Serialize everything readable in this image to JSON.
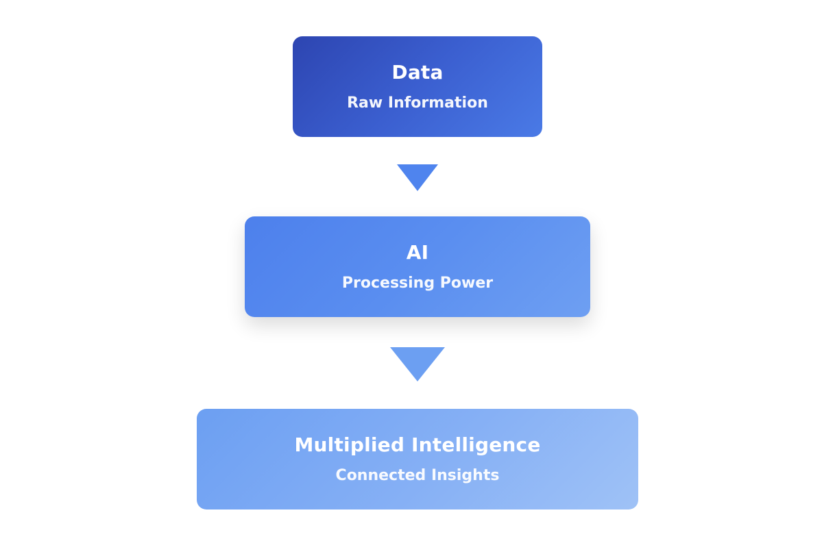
{
  "flow": {
    "steps": [
      {
        "title": "Data",
        "subtitle": "Raw Information"
      },
      {
        "title": "AI",
        "subtitle": "Processing Power"
      },
      {
        "title": "Multiplied Intelligence",
        "subtitle": "Connected Insights"
      }
    ],
    "arrows": [
      {
        "icon": "down-triangle-icon",
        "color": "#4f84ee"
      },
      {
        "icon": "down-triangle-icon",
        "color": "#6c9ff2"
      }
    ],
    "colors": {
      "step1_start": "#2d45b1",
      "step1_end": "#4a7ae6",
      "step2_start": "#4d80ec",
      "step2_end": "#6e9ff2",
      "step3_start": "#6c9ff2",
      "step3_end": "#9fc2f6",
      "text": "#ffffff",
      "background": "#ffffff"
    }
  }
}
